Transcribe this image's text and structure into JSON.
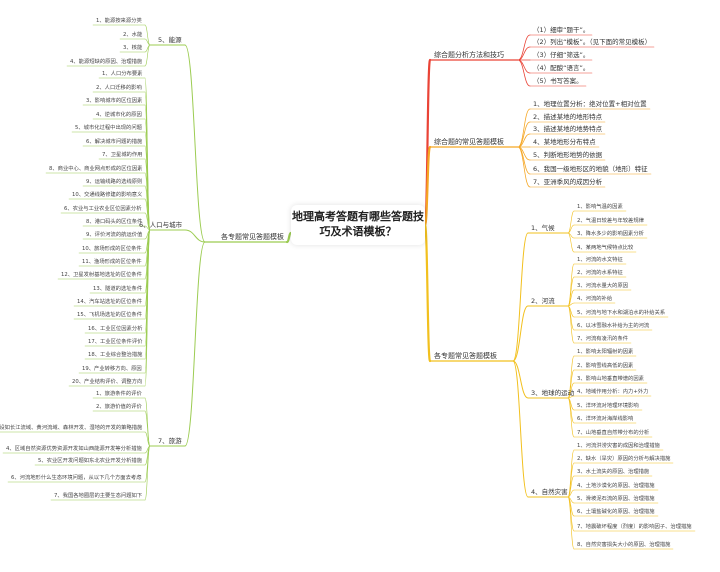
{
  "root": {
    "line1": "地理高考答题有哪些答题技",
    "line2": "巧及术语模板？"
  },
  "colors": {
    "red": "#ea4336",
    "orange": "#f5a623",
    "yellow": "#f2c01e",
    "green": "#9ccc52"
  },
  "top_right": {
    "label": "综合题分析方法和技巧",
    "items": [
      "（1）细审“题干”。",
      "（2）列出“模板”。（见下面的常见模板）",
      "（3）仔细“筛选”。",
      "（4）配酿“语言”。",
      "（5）书写答案。"
    ]
  },
  "mid_right": {
    "label": "综合题的常见答题模板",
    "items": [
      "1、地理位置分析：绝对位置+相对位置",
      "2、描述某地的地形特点",
      "3、描述某地的地势特点",
      "4、某地地形分布特点",
      "5、判断地形地势的依据",
      "6、我国一级地形区的地貌（地形）特征",
      "7、亚洲季风的成因分析"
    ]
  },
  "bottom_right": {
    "label": "各专题常见答题模板",
    "groups": [
      {
        "label": "1、气候",
        "items": [
          "1、影响气温的因素",
          "2、气温日较差与年较差规律",
          "3、降水多少的影响因素分析",
          "4、某两地气候特点比较"
        ]
      },
      {
        "label": "2、河流",
        "items": [
          "1、河流的水文特征",
          "2、河流的水系特征",
          "3、河流水量大的原因",
          "4、河流的补给",
          "5、河流与地下水和湖泊水的补给关系",
          "6、以冰雪融水补给为主的河流",
          "7、河流有凌汛的条件"
        ]
      },
      {
        "label": "3、地球的运动",
        "items": [
          "1、影响太阳辐射的因素",
          "2、影响雪线高低的因素",
          "3、影响山地垂直带谱的因素",
          "4、地域作用分析：内力+外力",
          "5、洋环流对地理环境影响",
          "6、洋环流对海岸线影响",
          "7、山地垂直自然带分布的分析"
        ]
      },
      {
        "label": "4、自然灾害",
        "items": [
          "1、河流洪涝灾害的成因和治理措施",
          "2、缺水（旱灾）原因的分析与解决措施",
          "3、水土流失的原因、治理措施",
          "4、土地沙漠化的原因、治理措施",
          "5、滑坡泥石流的原因、治理措施",
          "6、土壤盐碱化的原因、治理措施",
          "7、地震破坏程度（烈度）的影响因子、治理措施",
          "8、自然灾害损失大小的原因、治理措施"
        ]
      }
    ]
  },
  "left": {
    "label": "各专题常见答题模板",
    "groups": [
      {
        "label": "5、能源",
        "items": [
          "1、能源按来源分类",
          "2、水能",
          "3、核能",
          "4、能源短缺的原因、治理措施"
        ]
      },
      {
        "label": "6、人口与城市",
        "items": [
          "1、人口分布要素",
          "2、人口迁移的影响",
          "3、影响城市的区位因素",
          "4、逆城市化的原因",
          "5、城市化过程中出现的问题",
          "6、解决城市问题的措施",
          "7、卫星城的作用",
          "8、商业中心、商业网点形成的区位因素",
          "9、运输线路的选线原则",
          "10、交通线路修建的影响意义",
          "6、农业与工业农业区位因素分析",
          "8、港口码头的区位条件",
          "9、评价河流的航运价值",
          "10、旅场形成的区位条件",
          "11、渔场形成的区位条件",
          "12、卫星发射基地选址的区位条件",
          "13、隧道的选址条件",
          "14、汽车站选址的区位条件",
          "15、飞机场选址的区位条件",
          "16、工业区位因素分析",
          "17、工业区位条件评价",
          "18、工业综合整治措施",
          "19、产业转移方向、原因",
          "20、产业结构评价、调整方向"
        ]
      },
      {
        "label": "7、旅游",
        "items": [
          "1、旅游条件的评价",
          "2、旅游价值的评价",
          "3、区域环境生态环境建设如长江流域、黄河流域、森林开发、湿地的开发的策略措施",
          "4、区域自然资源优势资源开发如山西能源开发等分析措施",
          "5、农业区开发问题如东北农业开发分析措施",
          "6、河流地形什么生态环境问题，从以下几个方面去考虑",
          "7、我国各地圈层的主要生态问题如下"
        ]
      }
    ]
  }
}
